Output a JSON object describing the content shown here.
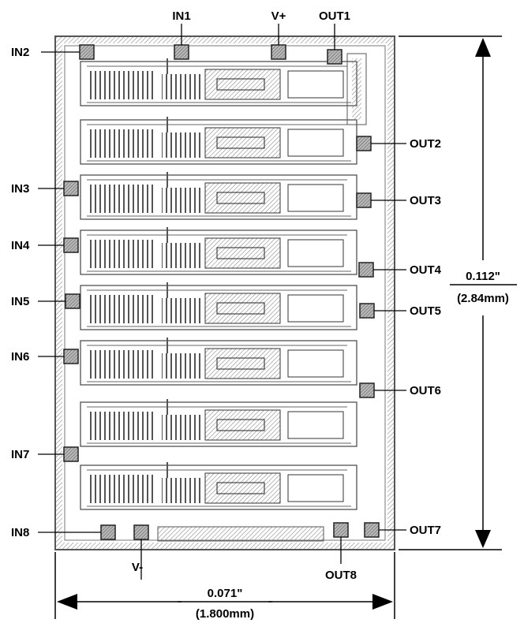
{
  "figure": {
    "pads_left": [
      {
        "id": "in2",
        "label": "IN2"
      },
      {
        "id": "in3",
        "label": "IN3"
      },
      {
        "id": "in4",
        "label": "IN4"
      },
      {
        "id": "in5",
        "label": "IN5"
      },
      {
        "id": "in6",
        "label": "IN6"
      },
      {
        "id": "in7",
        "label": "IN7"
      },
      {
        "id": "in8",
        "label": "IN8"
      }
    ],
    "pads_top": [
      {
        "id": "in1",
        "label": "IN1"
      },
      {
        "id": "vplus",
        "label": "V+"
      },
      {
        "id": "out1",
        "label": "OUT1"
      }
    ],
    "pads_right": [
      {
        "id": "out2",
        "label": "OUT2"
      },
      {
        "id": "out3",
        "label": "OUT3"
      },
      {
        "id": "out4",
        "label": "OUT4"
      },
      {
        "id": "out5",
        "label": "OUT5"
      },
      {
        "id": "out6",
        "label": "OUT6"
      },
      {
        "id": "out7",
        "label": "OUT7"
      }
    ],
    "pads_bottom": [
      {
        "id": "vminus",
        "label": "V-"
      },
      {
        "id": "out8",
        "label": "OUT8"
      }
    ],
    "dimensions": {
      "height_in": "0.112\"",
      "height_mm": "(2.84mm)",
      "width_in": "0.071\"",
      "width_mm": "(1.800mm)"
    },
    "colors": {
      "pad_fill": "#9a9a9a",
      "trace": "#444444",
      "die_edge": "#555555"
    }
  }
}
